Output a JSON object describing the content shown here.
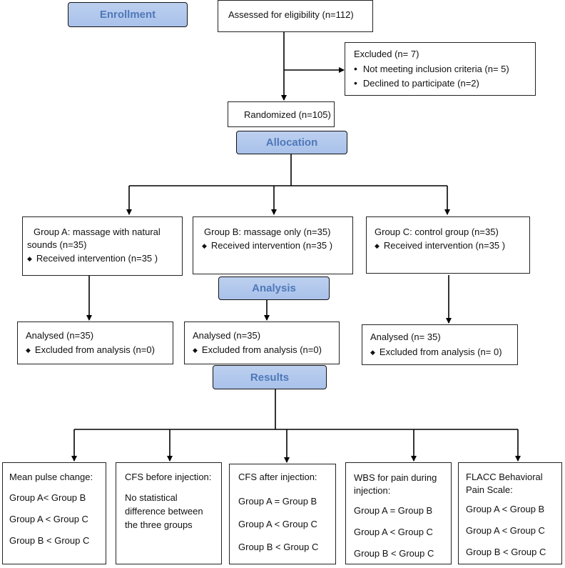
{
  "stages": {
    "enrollment": "Enrollment",
    "allocation": "Allocation",
    "analysis": "Analysis",
    "results": "Results"
  },
  "assessed": "Assessed for eligibility (n=112)",
  "excluded": {
    "title": "Excluded (n= 7)",
    "items": [
      "Not meeting inclusion criteria (n= 5)",
      "Declined to participate (n=2)"
    ]
  },
  "randomized": "Randomized (n=105)",
  "groups": [
    {
      "title": "Group A: massage with natural sounds (n=35)",
      "title_line1": "Group A: massage with natural",
      "title_line2": "sounds (n=35)",
      "intervention": "Received intervention (n=35 )"
    },
    {
      "title": "Group B: massage only (n=35)",
      "intervention": "Received intervention (n=35 )"
    },
    {
      "title": "Group C: control group (n=35)",
      "intervention": "Received intervention (n=35  )"
    }
  ],
  "analysed": [
    {
      "title": "Analysed (n=35)",
      "excluded": "Excluded from analysis (n=0)"
    },
    {
      "title": "Analysed (n=35)",
      "excluded": "Excluded from analysis (n=0)"
    },
    {
      "title": "Analysed (n= 35)",
      "excluded": "Excluded from analysis (n= 0)"
    }
  ],
  "results": [
    {
      "title": "Mean pulse change:",
      "lines": [
        "Group A< Group B",
        "Group A < Group C",
        "Group B < Group C"
      ]
    },
    {
      "title": "CFS before injection:",
      "lines": [
        "No statistical",
        "difference between",
        "the three groups"
      ]
    },
    {
      "title": "CFS after injection:",
      "lines": [
        "Group A = Group B",
        "Group A < Group C",
        "Group B < Group C"
      ]
    },
    {
      "title": "WBS for pain during injection:",
      "title_line1": "WBS for pain during",
      "title_line2": "injection:",
      "lines": [
        "Group A = Group B",
        "Group A < Group C",
        "Group B < Group C"
      ]
    },
    {
      "title": "FLACC Behavioral Pain Scale:",
      "title_line1": "FLACC Behavioral",
      "title_line2": "Pain Scale:",
      "lines": [
        "Group A < Group B",
        "Group A < Group C",
        "Group B < Group C"
      ]
    }
  ]
}
